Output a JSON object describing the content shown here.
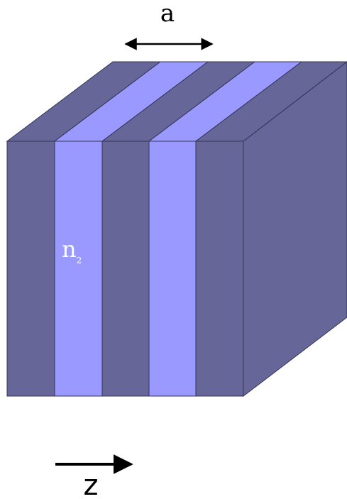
{
  "labels": {
    "period": "a",
    "index_base": "n",
    "index_subscript": "2",
    "axis": "z"
  },
  "colors": {
    "dark_layer": "#666699",
    "light_layer": "#9999ff",
    "side_face": "#666699",
    "edge": "#333355",
    "arrow": "#000000",
    "text_dark": "#000000",
    "text_light": "#ffffff"
  },
  "icons": {
    "period_arrow": "double-headed-arrow",
    "axis_arrow": "right-arrow"
  }
}
